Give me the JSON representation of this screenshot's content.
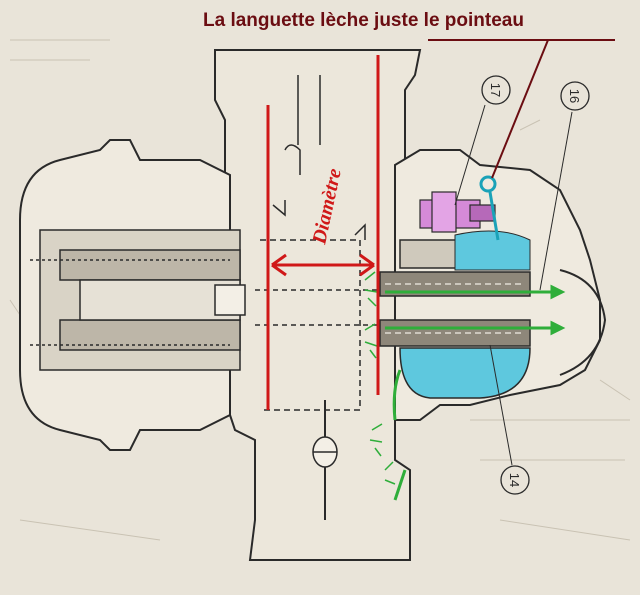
{
  "annotation": {
    "caption": "La languette lèche juste le pointeau",
    "caption_color": "#6b0d12"
  },
  "dimension": {
    "label": "Diamètre",
    "color": "#d01818"
  },
  "callouts": [
    {
      "id": "17",
      "label": "17"
    },
    {
      "id": "16",
      "label": "16"
    },
    {
      "id": "14",
      "label": "14"
    }
  ],
  "colors": {
    "paper": "#e9e4d9",
    "ink": "#2a2a2a",
    "fuel": "#5ec8de",
    "needle": "#d58ad8",
    "flow": "#2fae3a",
    "float_tab": "#1aa2b8"
  }
}
